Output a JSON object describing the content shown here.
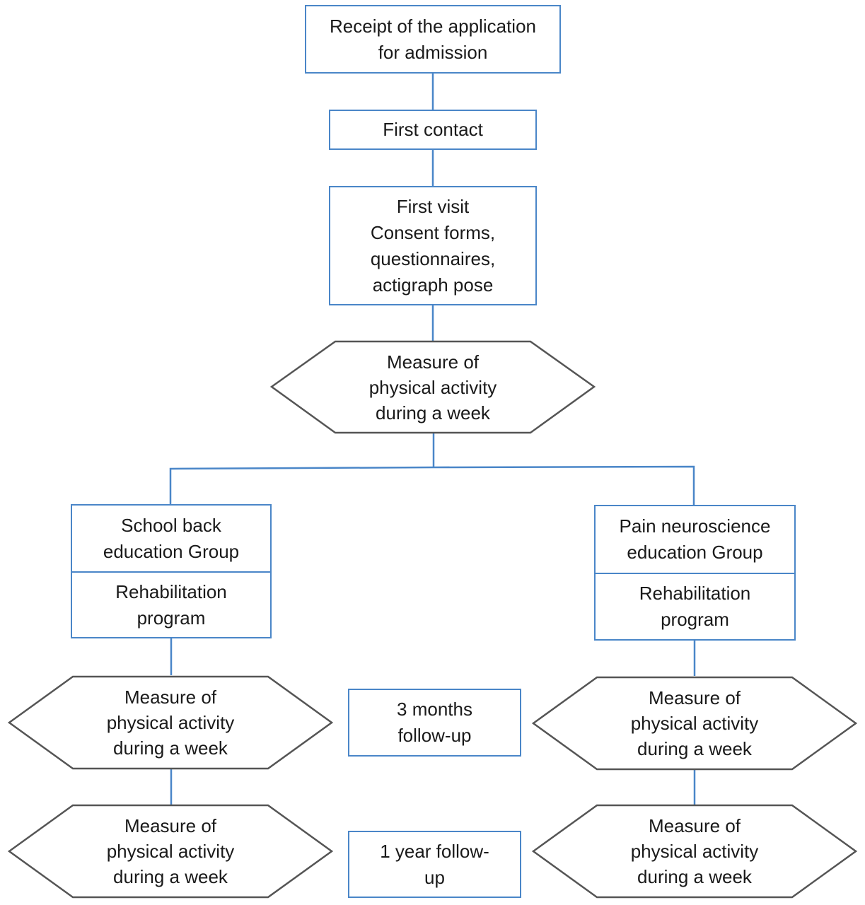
{
  "nodes": {
    "receipt": "Receipt of the application\nfor admission",
    "first_contact": "First contact",
    "first_visit": "First visit\nConsent forms,\nquestionnaires,\nactigraph pose",
    "measure_baseline": "Measure of\nphysical activity\nduring a week",
    "left_group": "School back\neducation Group",
    "left_program": "Rehabilitation\nprogram",
    "right_group": "Pain neuroscience\neducation Group",
    "right_program": "Rehabilitation\nprogram",
    "left_measure_3m": "Measure of\nphysical activity\nduring a week",
    "right_measure_3m": "Measure of\nphysical activity\nduring a week",
    "left_measure_1y": "Measure of\nphysical activity\nduring a week",
    "right_measure_1y": "Measure of\nphysical activity\nduring a week",
    "followup_3m": "3 months\nfollow-up",
    "followup_1y": "1 year follow-\nup"
  },
  "colors": {
    "box_border": "#4a86c8",
    "hex_border": "#555555",
    "connector": "#4a86c8"
  }
}
